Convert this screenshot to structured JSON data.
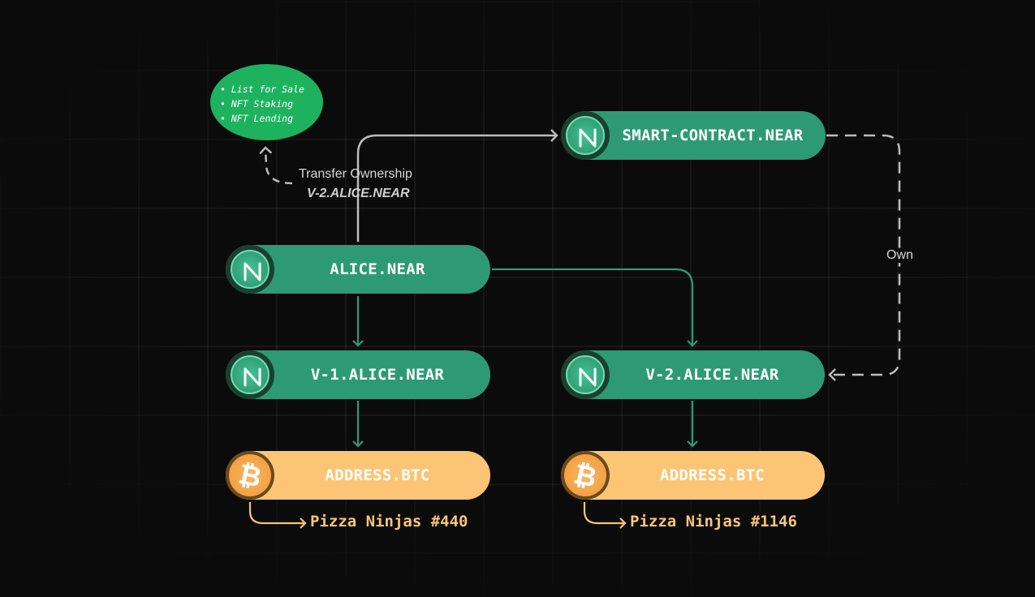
{
  "bubble": {
    "items": [
      "List for Sale",
      "NFT Staking",
      "NFT Lending"
    ]
  },
  "captions": {
    "transfer_ownership": "Transfer Ownership",
    "transfer_account": "V-2.ALICE.NEAR",
    "own": "Own"
  },
  "nodes": {
    "smart_contract": {
      "label": "SMART-CONTRACT.NEAR",
      "icon": "near-logo-icon"
    },
    "alice": {
      "label": "ALICE.NEAR",
      "icon": "near-logo-icon"
    },
    "v1_alice": {
      "label": "V-1.ALICE.NEAR",
      "icon": "near-logo-icon"
    },
    "v2_alice": {
      "label": "V-2.ALICE.NEAR",
      "icon": "near-logo-icon"
    },
    "btc_1": {
      "label": "ADDRESS.BTC",
      "icon": "bitcoin-logo-icon"
    },
    "btc_2": {
      "label": "ADDRESS.BTC",
      "icon": "bitcoin-logo-icon"
    }
  },
  "nfts": {
    "nft_1": "Pizza Ninjas #440",
    "nft_2": "Pizza Ninjas #1146"
  },
  "colors": {
    "background": "#0b0b0b",
    "near_green": "#2e9a75",
    "btc_orange": "#fbc575",
    "bubble_green": "#1db35e",
    "grey_wire": "#bdbdbd"
  }
}
